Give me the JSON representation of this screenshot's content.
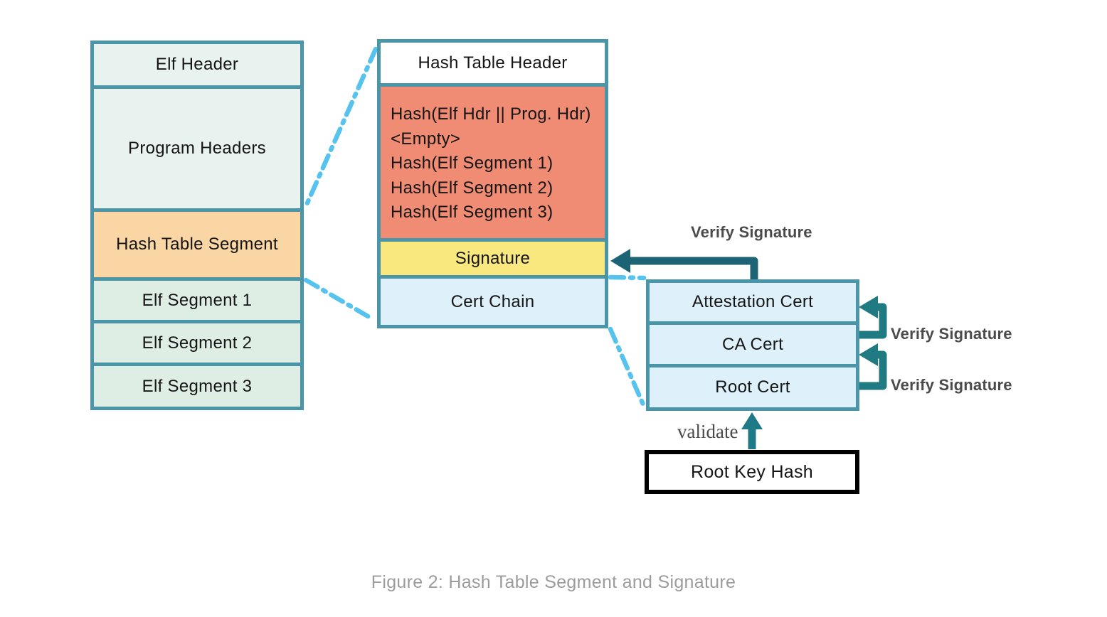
{
  "caption": "Figure 2: Hash Table Segment and Signature",
  "elf_file": {
    "rows": [
      {
        "label": "Elf Header"
      },
      {
        "label": "Program Headers"
      },
      {
        "label": "Hash Table Segment"
      },
      {
        "label": "Elf Segment 1"
      },
      {
        "label": "Elf Segment 2"
      },
      {
        "label": "Elf Segment 3"
      }
    ]
  },
  "hash_table": {
    "header": "Hash Table Header",
    "entries": [
      "Hash(Elf Hdr || Prog. Hdr)",
      "<Empty>",
      "Hash(Elf Segment 1)",
      "Hash(Elf Segment 2)",
      "Hash(Elf Segment 3)"
    ],
    "signature_label": "Signature",
    "cert_chain_label": "Cert Chain"
  },
  "cert_stack": {
    "rows": [
      {
        "label": "Attestation Cert"
      },
      {
        "label": "CA Cert"
      },
      {
        "label": "Root Cert"
      }
    ]
  },
  "root_key_hash_label": "Root Key Hash",
  "annotations": {
    "verify_signature_top": "Verify Signature",
    "verify_signature_mid": "Verify Signature",
    "verify_signature_bottom": "Verify Signature",
    "validate": "validate"
  },
  "colors": {
    "box_border_teal": "#4B95A9",
    "mint_fill": "#E8F2EF",
    "segment_green_fill": "#DFEEE5",
    "hash_segment_orange": "#F9D6A4",
    "hash_entries_salmon": "#EF8C73",
    "signature_yellow": "#F9E87D",
    "cert_blue": "#DEF0FA",
    "dash_line_cyan": "#55C3EE",
    "arrow_dark_teal": "#1B6375",
    "arrow_hook_teal": "#1F7A82",
    "validate_arrow_teal": "#1E7A87",
    "annotation_gray": "#4B4B4B",
    "caption_gray": "#9C9C9C"
  }
}
